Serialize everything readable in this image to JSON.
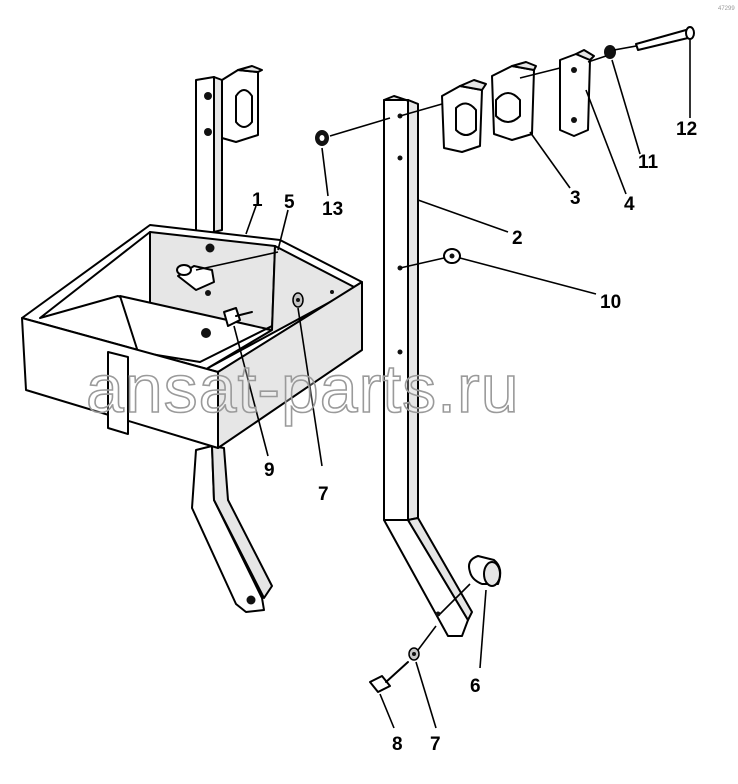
{
  "diagram": {
    "callouts": [
      {
        "id": "c1",
        "label": "1"
      },
      {
        "id": "c5",
        "label": "5"
      },
      {
        "id": "c13",
        "label": "13"
      },
      {
        "id": "c2",
        "label": "2"
      },
      {
        "id": "c3",
        "label": "3"
      },
      {
        "id": "c4",
        "label": "4"
      },
      {
        "id": "c11",
        "label": "11"
      },
      {
        "id": "c12",
        "label": "12"
      },
      {
        "id": "c10",
        "label": "10"
      },
      {
        "id": "c9",
        "label": "9"
      },
      {
        "id": "c7a",
        "label": "7"
      },
      {
        "id": "c6",
        "label": "6"
      },
      {
        "id": "c8",
        "label": "8"
      },
      {
        "id": "c7b",
        "label": "7"
      }
    ],
    "watermark": "ansat-parts.ru",
    "corner_mark": "47299"
  }
}
